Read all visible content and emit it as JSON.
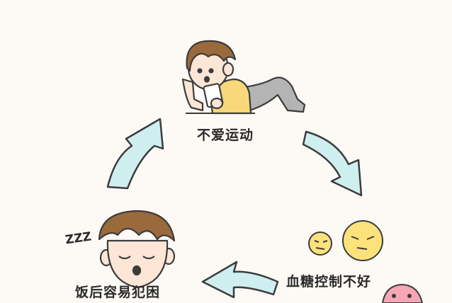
{
  "cycle": {
    "steps": [
      {
        "label": "不爱运动"
      },
      {
        "label": "血糖控制不好"
      },
      {
        "label": "饭后容易犯困"
      }
    ],
    "sleep_text": "ZZZ"
  },
  "colors": {
    "arrow_fill": "#cfeef0",
    "arrow_stroke": "#3c3c3c",
    "hair": "#9a6a3c",
    "skin": "#fde6d6",
    "shirt": "#f8d87a",
    "pants": "#b4b4b4",
    "face_yellow": "#fbe27a"
  }
}
